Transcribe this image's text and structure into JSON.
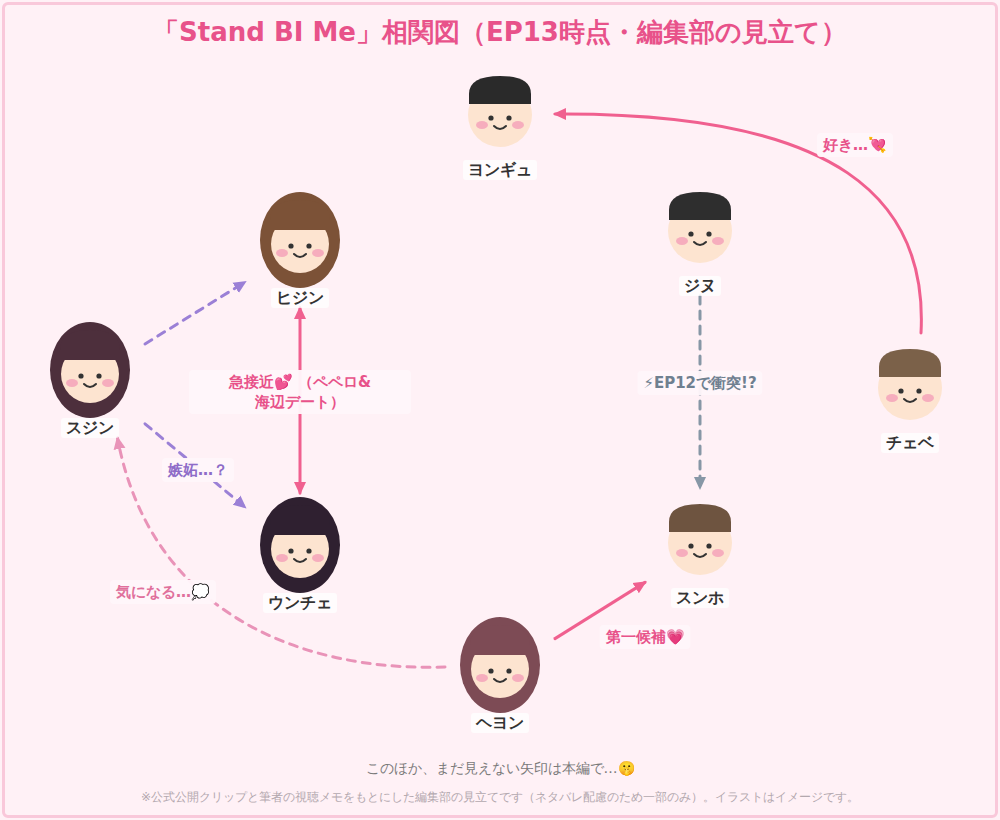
{
  "diagram": {
    "title": "「Stand BI Me」相関図（EP13時点・編集部の見立て）",
    "nodes": [
      {
        "text": [
          "ヨンギュ"
        ]
      },
      {
        "text": [
          "ヒジン"
        ]
      },
      {
        "text": [
          "ジヌ"
        ]
      },
      {
        "text": [
          "スジン"
        ]
      },
      {
        "text": [
          "チェベ"
        ]
      },
      {
        "text": [
          "ウンチェ"
        ]
      },
      {
        "text": [
          "スンホ"
        ]
      },
      {
        "text": [
          "ヘヨン"
        ]
      }
    ],
    "edges": [
      {
        "from": 4,
        "to": 0,
        "label": "好き…💘",
        "arrow": "to"
      },
      {
        "from": 1,
        "to": 5,
        "label": "急接近💕 （ペペロ&海辺デート）",
        "arrow": "both"
      },
      {
        "from": 2,
        "to": 6,
        "label": "⚡EP12で衝突!?",
        "arrow": "to"
      },
      {
        "from": 3,
        "to": 1,
        "arrow": "to"
      },
      {
        "from": 3,
        "to": 5,
        "label": "嫉妬…？",
        "arrow": "to"
      },
      {
        "from": 7,
        "to": 6,
        "label": "第一候補💗",
        "arrow": "to"
      },
      {
        "from": 7,
        "to": 3,
        "label": "気になる…💭",
        "arrow": "to"
      }
    ],
    "labels": [
      "このほか、まだ見えない矢印は本編で…🤫",
      "※公式公開クリップと筆者の視聴メモをもとにした編集部の見立てです（ネタバレ配慮のため一部のみ）。イラストはイメージです。"
    ]
  }
}
